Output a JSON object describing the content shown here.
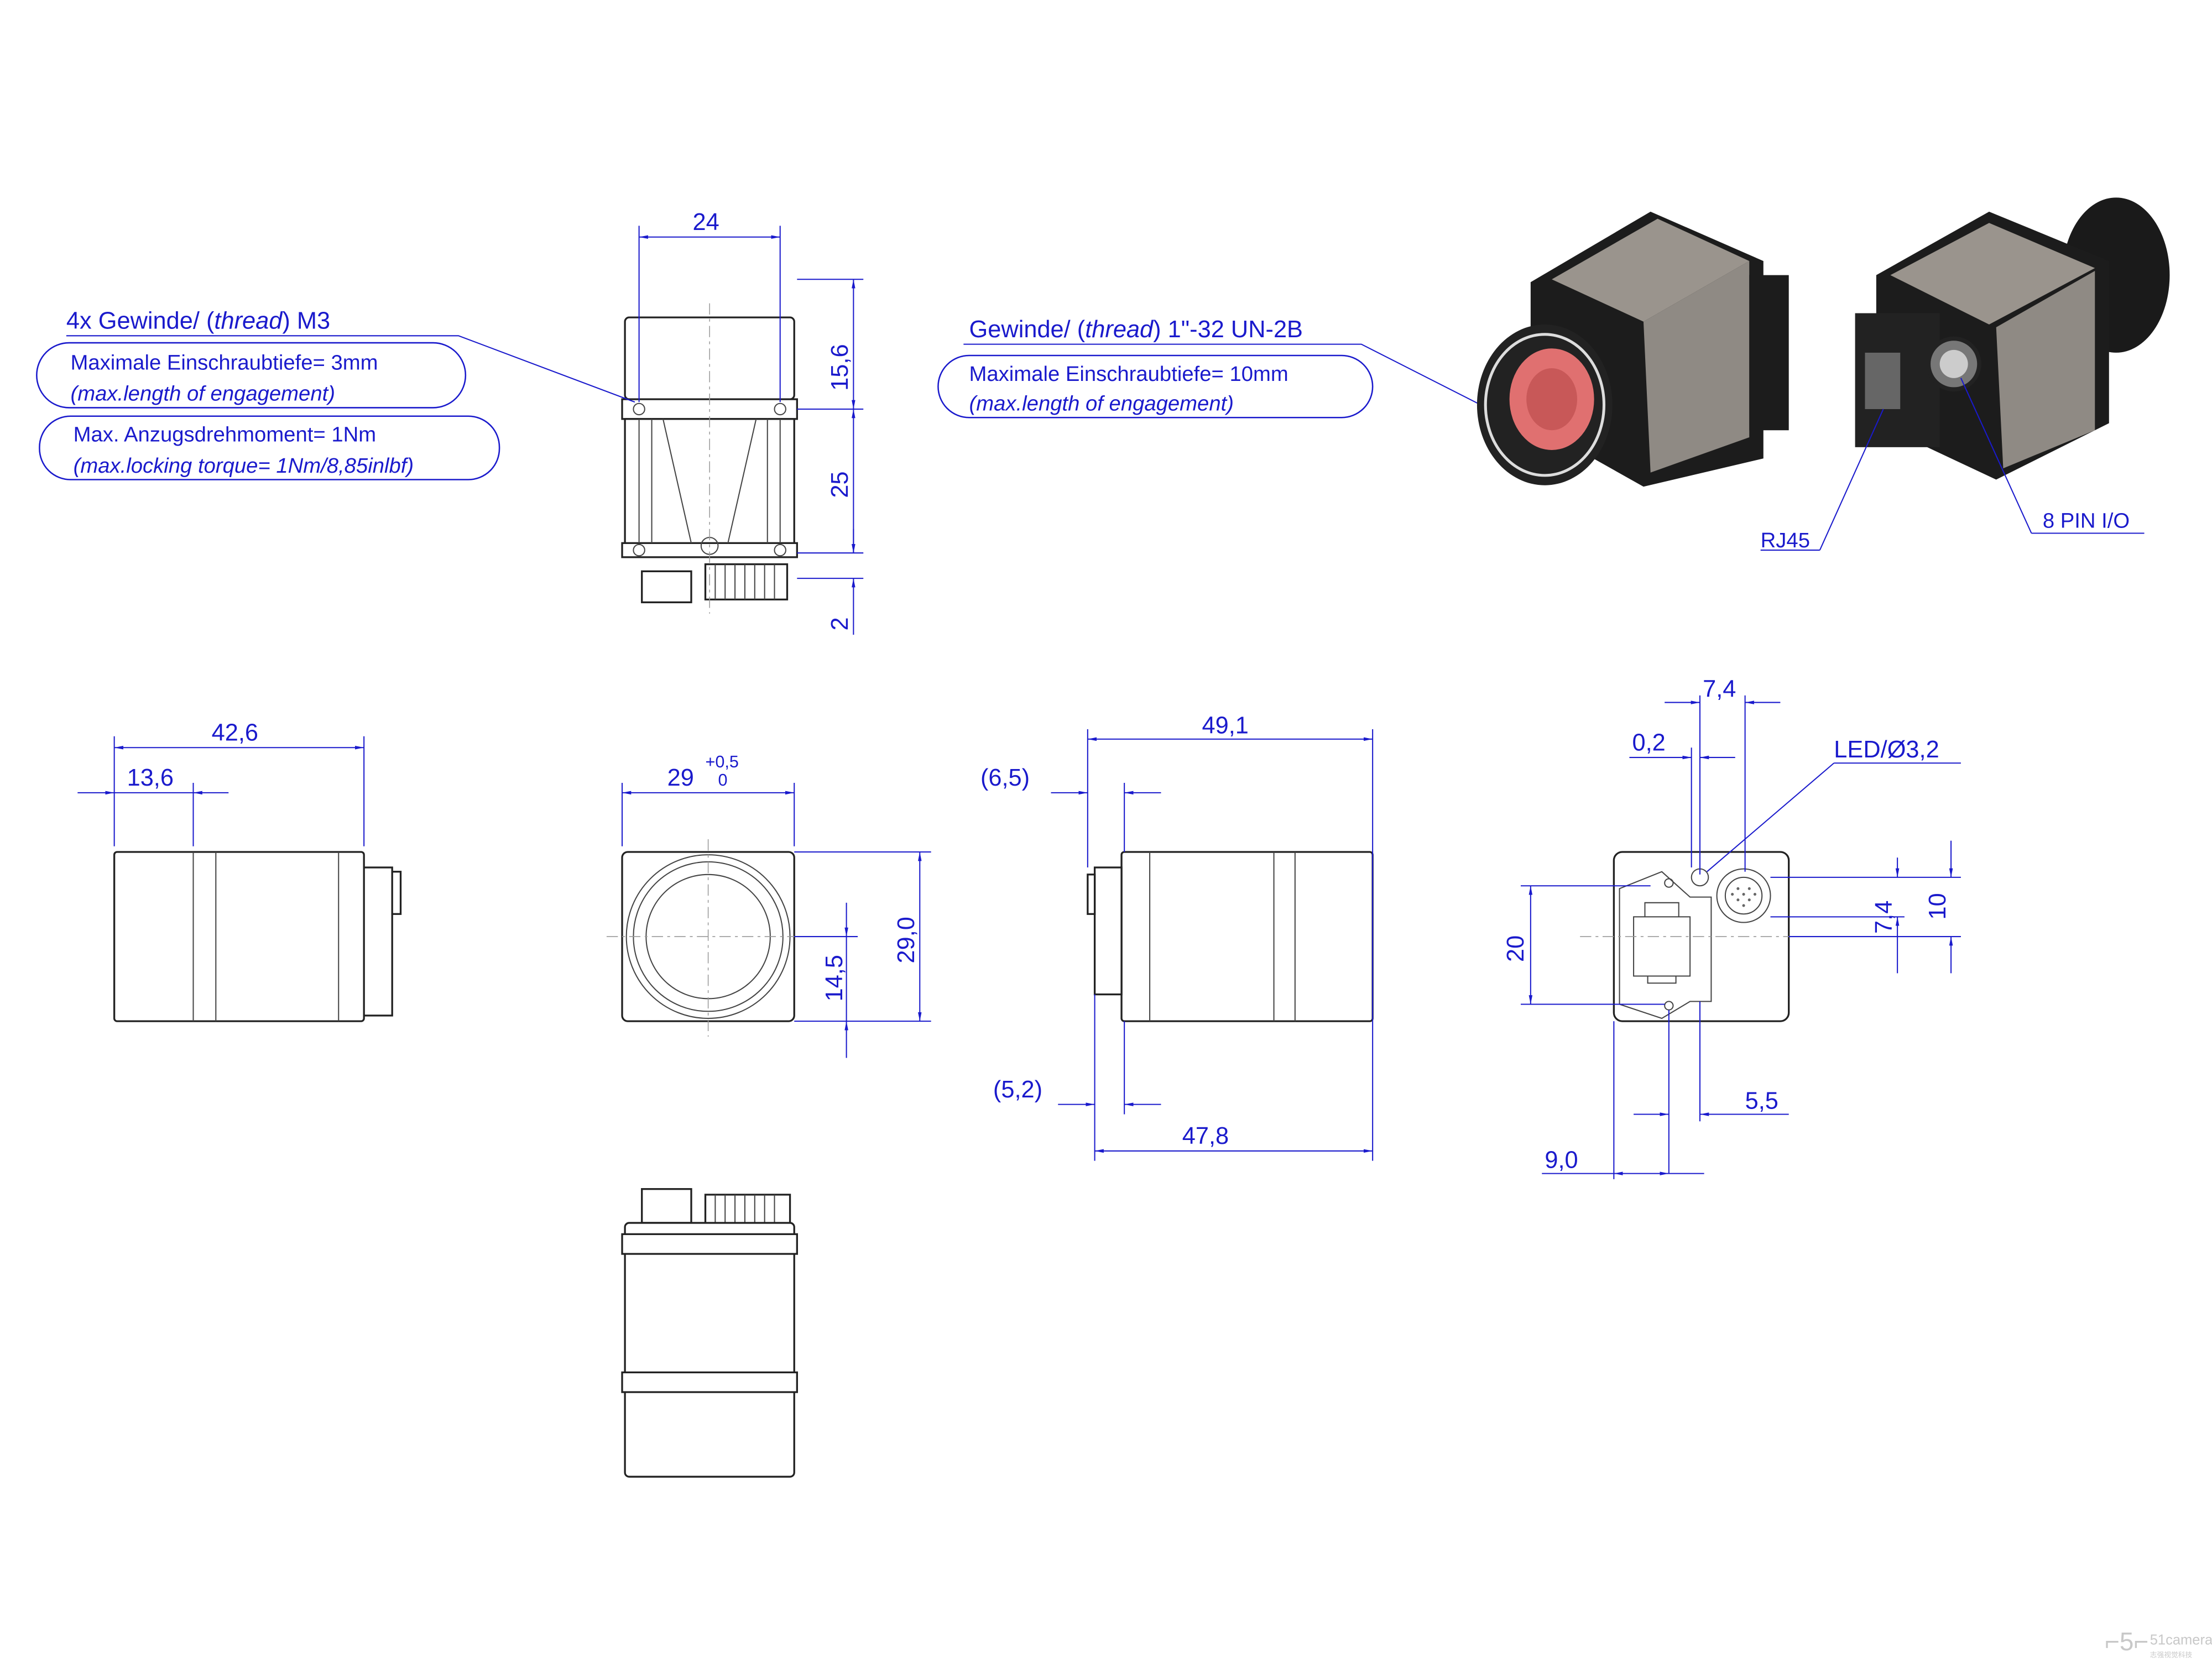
{
  "notes": {
    "m3_thread": {
      "prefix": "4x Gewinde/ (",
      "italic": "thread",
      "suffix": ") M3"
    },
    "m3_depth": {
      "line1": "Maximale Einschraubtiefe= 3mm",
      "line2": "(max.length of engagement)"
    },
    "m3_torque": {
      "line1": "Max. Anzugsdrehmoment= 1Nm",
      "line2": "(max.locking torque= 1Nm/8,85inlbf)"
    },
    "lens_thread": {
      "prefix": "Gewinde/ (",
      "italic": "thread",
      "suffix": ") 1\"-32 UN-2B"
    },
    "lens_depth": {
      "line1": "Maximale Einschraubtiefe= 10mm",
      "line2": "(max.length of engagement)"
    },
    "rj45": "RJ45",
    "pin_io": "8 PIN I/O",
    "led": "LED/Ø3,2"
  },
  "dimensions": {
    "top_width": "24",
    "top_h1": "15,6",
    "top_h2": "25",
    "top_h3": "2",
    "side_length": "42,6",
    "side_offset": "13,6",
    "front_width": "29",
    "front_tol_upper": "+0,5",
    "front_tol_lower": "0",
    "front_height": "29,0",
    "front_center": "14,5",
    "side2_total": "49,1",
    "side2_conn": "(6,5)",
    "side2_conn2": "(5,2)",
    "side2_body": "47,8",
    "back_74_top": "7,4",
    "back_02": "0,2",
    "back_20": "20",
    "back_74_right": "7,4",
    "back_10": "10",
    "back_55": "5,5",
    "back_90": "9,0"
  },
  "watermark": {
    "brand": "51camera",
    "sub": "志强视觉科技"
  },
  "colors": {
    "dimension": "#1a1acc",
    "body": "#8f8a84",
    "lens_glass": "#e07070"
  }
}
